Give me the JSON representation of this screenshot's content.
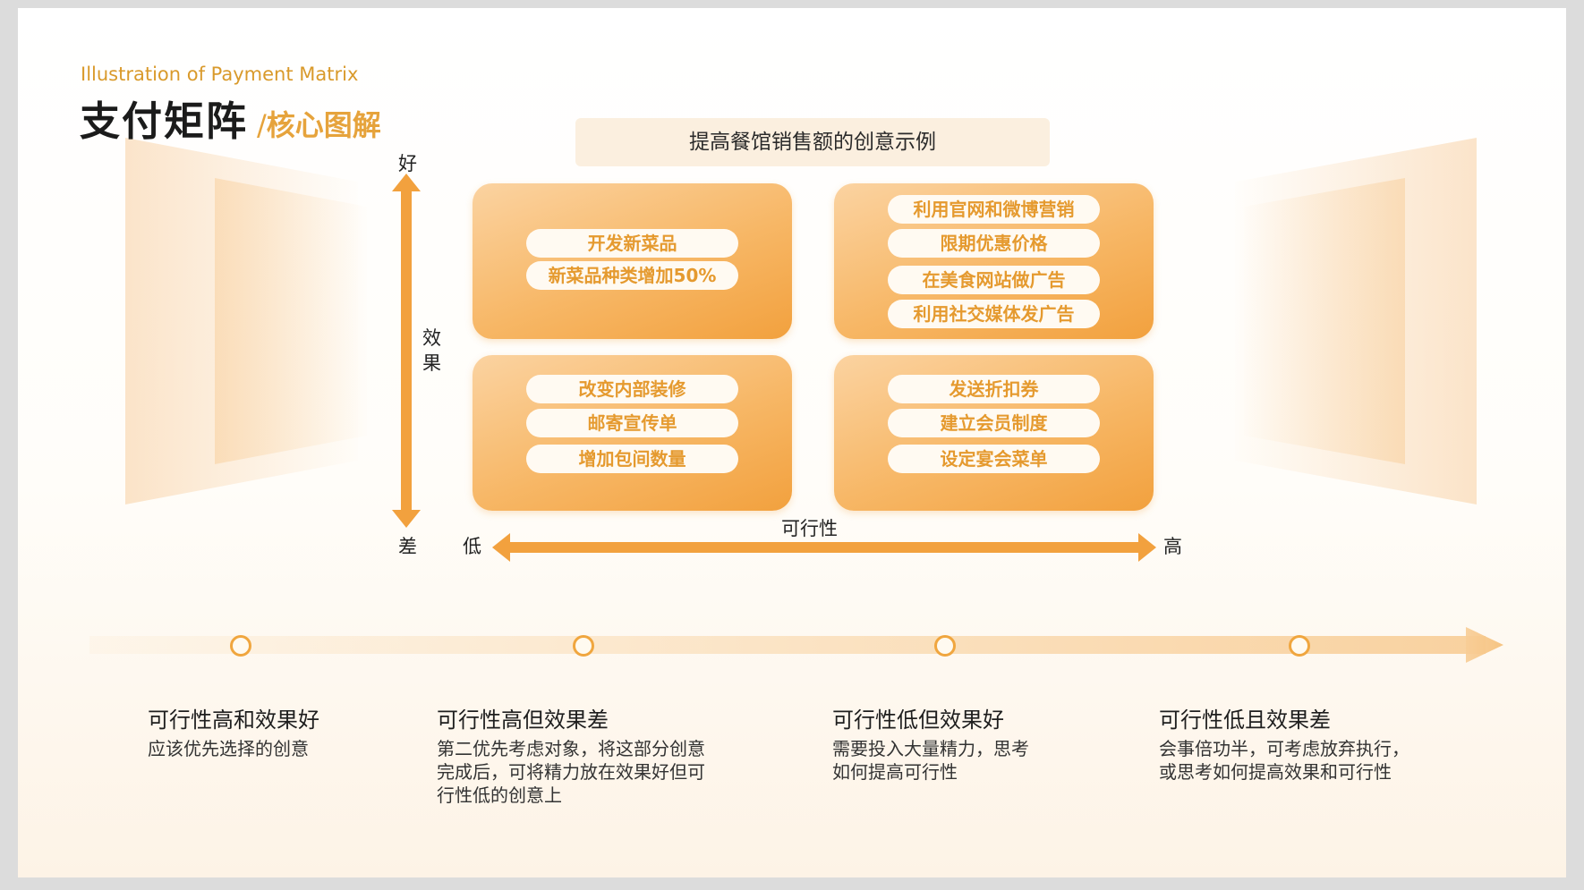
{
  "header": {
    "subtitle_en": "Illustration of Payment Matrix",
    "title": "支付矩阵",
    "separator": "/",
    "title_sub": "核心图解"
  },
  "matrix": {
    "heading": "提高餐馆销售额的创意示例",
    "axis_y": {
      "top": "好",
      "bottom": "差",
      "label": "效果"
    },
    "axis_x": {
      "left": "低",
      "right": "高",
      "label": "可行性"
    },
    "quadrants": {
      "top_left": [
        "开发新菜品",
        "新菜品种类增加50%"
      ],
      "top_right": [
        "利用官网和微博营销",
        "限期优惠价格",
        "在美食网站做广告",
        "利用社交媒体发广告"
      ],
      "bottom_left": [
        "改变内部装修",
        "邮寄宣传单",
        "增加包间数量"
      ],
      "bottom_right": [
        "发送折扣券",
        "建立会员制度",
        "设定宴会菜单"
      ]
    }
  },
  "timeline": [
    {
      "title": "可行性高和效果好",
      "lines": [
        "应该优先选择的创意"
      ]
    },
    {
      "title": "可行性高但效果差",
      "lines": [
        "第二优先考虑对象，将这部分创意",
        "完成后，可将精力放在效果好但可",
        "行性低的创意上"
      ]
    },
    {
      "title": "可行性低但效果好",
      "lines": [
        "需要投入大量精力，思考",
        "如何提高可行性"
      ]
    },
    {
      "title": "可行性低且效果差",
      "lines": [
        "会事倍功半，可考虑放弃执行，",
        "或思考如何提高效果和可行性"
      ]
    }
  ],
  "colors": {
    "accent": "#f2a13e",
    "accent_light": "#fbd3a1",
    "title": "#1b1b1b"
  }
}
